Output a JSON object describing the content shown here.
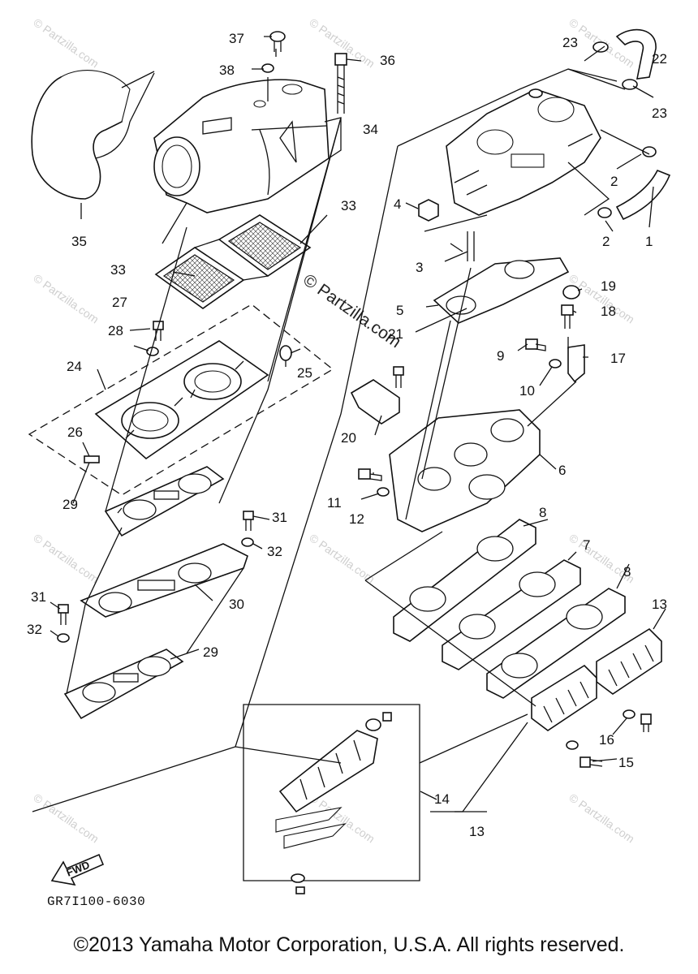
{
  "watermark": {
    "text": "© Partzilla.com",
    "center_text": "© Partzilla.com"
  },
  "figure_code": "GR7I100-6030",
  "fwd_label": "FWD",
  "copyright": "©2013 Yamaha Motor Corporation, U.S.A. All rights reserved.",
  "callouts": [
    "1",
    "2",
    "2",
    "3",
    "4",
    "5",
    "6",
    "7",
    "8",
    "8",
    "9",
    "10",
    "11",
    "12",
    "13",
    "13",
    "14",
    "15",
    "16",
    "17",
    "18",
    "19",
    "20",
    "21",
    "22",
    "23",
    "23",
    "24",
    "25",
    "26",
    "27",
    "28",
    "29",
    "29",
    "30",
    "31",
    "31",
    "32",
    "32",
    "33",
    "33",
    "34",
    "35",
    "36",
    "37",
    "38"
  ]
}
